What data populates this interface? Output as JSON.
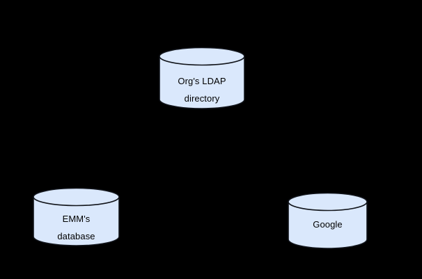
{
  "diagram": {
    "type": "topology-diagram",
    "background_color": "#000000",
    "shape_fill_color": "#dae8fc",
    "shape_stroke_color": "#11141a",
    "text_color": "#000000",
    "connectors": [],
    "nodes": [
      {
        "id": "ldap",
        "shape": "cylinder",
        "label": "Org's LDAP\ndirectory",
        "line1": "Org's LDAP",
        "line2": "directory"
      },
      {
        "id": "emm",
        "shape": "cylinder",
        "label": "EMM's\ndatabase",
        "line1": "EMM's",
        "line2": "database"
      },
      {
        "id": "google",
        "shape": "cylinder",
        "label": "Google",
        "line1": "Google",
        "line2": ""
      }
    ]
  }
}
